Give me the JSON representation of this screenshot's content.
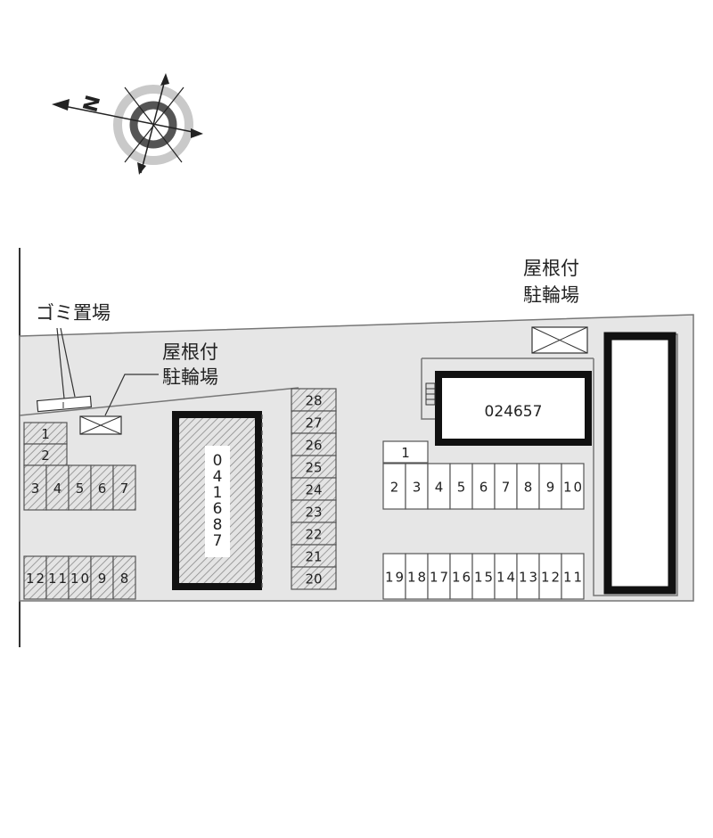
{
  "compass": {
    "north_label": "N"
  },
  "labels": {
    "garbage": "ゴミ置場",
    "bike_left_line1": "屋根付",
    "bike_left_line2": "駐輪場",
    "bike_right_line1": "屋根付",
    "bike_right_line2": "駐輪場"
  },
  "buildings": {
    "left_id": "041687",
    "right_id": "024657"
  },
  "parking": {
    "left_top": [
      "1",
      "2"
    ],
    "left_row": [
      "3",
      "4",
      "5",
      "6",
      "7"
    ],
    "left_bottom": [
      "12",
      "11",
      "10",
      "9",
      "8"
    ],
    "center_column": [
      "28",
      "27",
      "26",
      "25",
      "24",
      "23",
      "22",
      "21",
      "20"
    ],
    "right_single": "1",
    "right_upper": [
      "2",
      "3",
      "4",
      "5",
      "6",
      "7",
      "8",
      "9",
      "10"
    ],
    "right_lower": [
      "19",
      "18",
      "17",
      "16",
      "15",
      "14",
      "13",
      "12",
      "11"
    ]
  },
  "colors": {
    "lot": "#e6e6e6",
    "outline": "#555555",
    "building_wall": "#111111",
    "hatch_fill": "#c8c8c8"
  }
}
